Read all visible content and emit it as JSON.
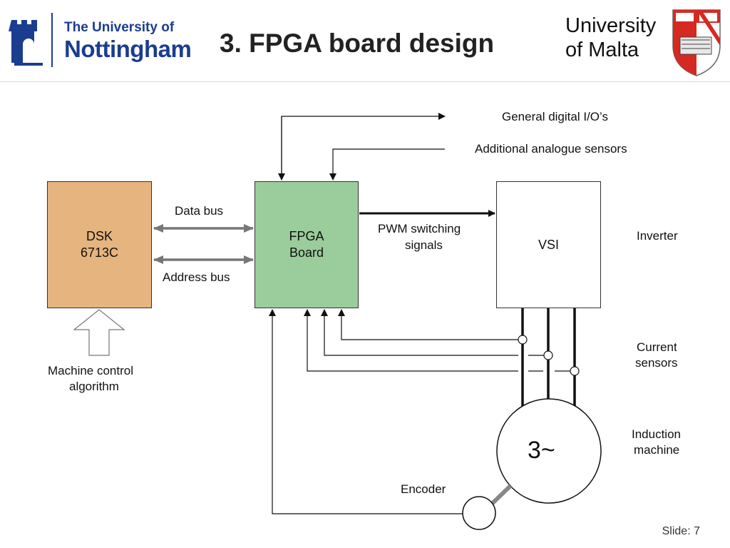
{
  "header": {
    "nottingham_logo_line1": "The University of",
    "nottingham_logo_line2": "Nottingham",
    "title": "3. FPGA board design",
    "malta_logo_line1": "University",
    "malta_logo_line2": "of Malta"
  },
  "diagram": {
    "dsk_line1": "DSK",
    "dsk_line2": "6713C",
    "fpga_line1": "FPGA",
    "fpga_line2": "Board",
    "vsi": "VSI",
    "data_bus": "Data bus",
    "address_bus": "Address bus",
    "pwm_line1": "PWM switching",
    "pwm_line2": "signals",
    "general_io": "General digital I/O’s",
    "analogue_sensors": "Additional analogue sensors",
    "inverter": "Inverter",
    "current_line1": "Current",
    "current_line2": "sensors",
    "induction_line1": "Induction",
    "induction_line2": "machine",
    "motor_symbol": "3~",
    "encoder": "Encoder",
    "control_line1": "Machine control",
    "control_line2": "algorithm"
  },
  "footer": {
    "slide_number": "Slide: 7"
  },
  "colors": {
    "nottingham_blue": "#1b3d8f",
    "dsk_fill": "#e6b47e",
    "fpga_fill": "#9bcc9b",
    "malta_red": "#d42a22"
  }
}
